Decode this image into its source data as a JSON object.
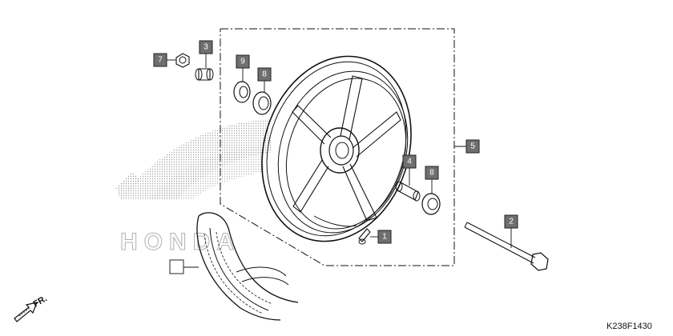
{
  "diagram": {
    "drawing_code": "K238F1430",
    "direction_label": "FR.",
    "watermark_text": "HONDA",
    "callouts": [
      {
        "id": "callout-1",
        "label": "1"
      },
      {
        "id": "callout-2",
        "label": "2"
      },
      {
        "id": "callout-3",
        "label": "3"
      },
      {
        "id": "callout-4",
        "label": "4"
      },
      {
        "id": "callout-5",
        "label": "5"
      },
      {
        "id": "callout-7",
        "label": "7"
      },
      {
        "id": "callout-8a",
        "label": "8"
      },
      {
        "id": "callout-8b",
        "label": "8"
      },
      {
        "id": "callout-9",
        "label": "9"
      }
    ],
    "parts": [
      "wheel-rim",
      "tire",
      "tire-valve",
      "axle-bolt",
      "distance-collar",
      "left-collar",
      "axle-nut",
      "bearing",
      "dust-seal"
    ],
    "colors": {
      "callout_fill": "#6f6f6f",
      "line": "#111111",
      "watermark": "#9a9a9a"
    }
  }
}
